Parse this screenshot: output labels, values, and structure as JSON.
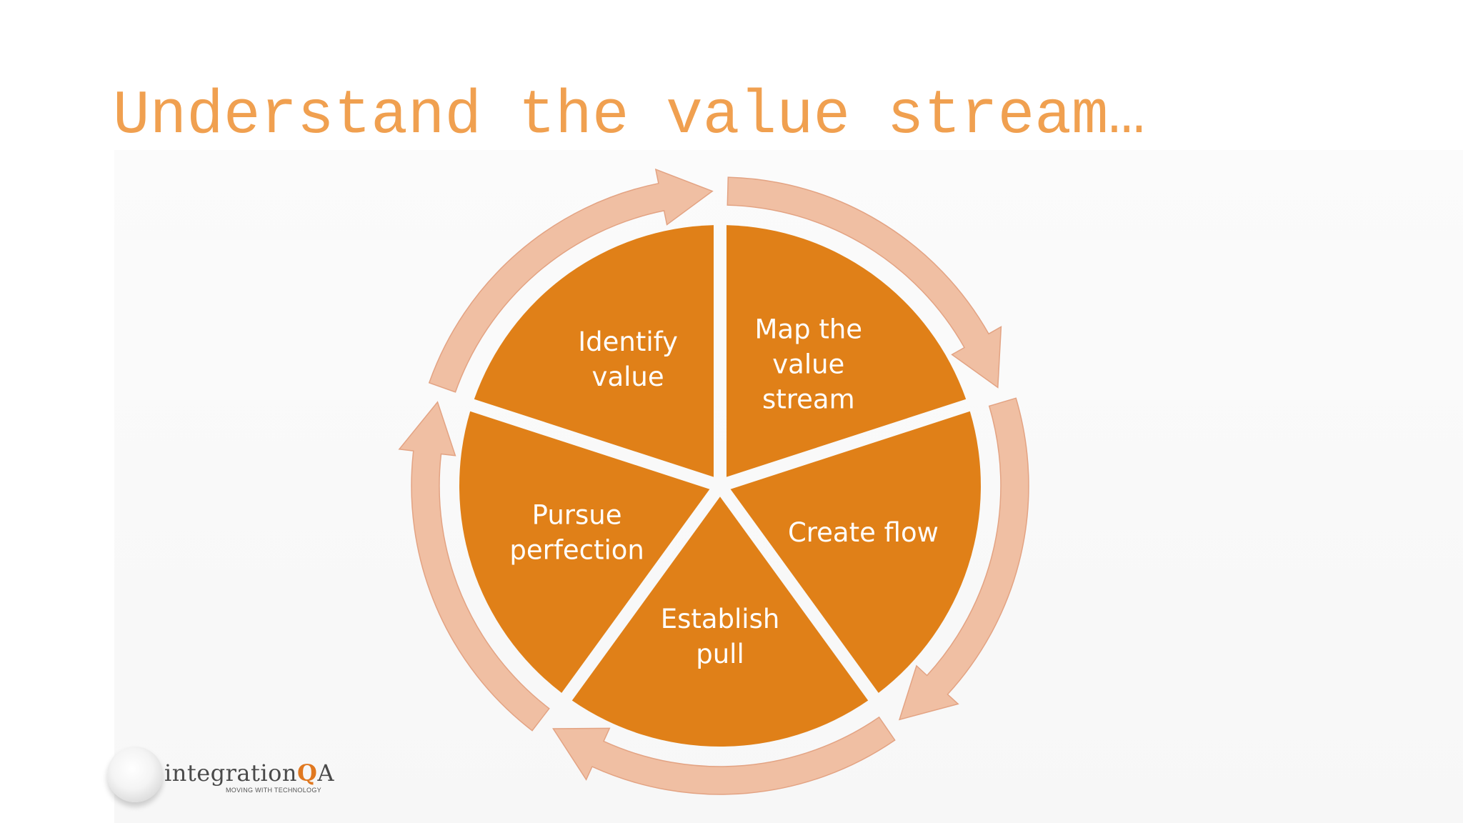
{
  "title": "Understand the value stream…",
  "colors": {
    "title": "#f0a050",
    "segment_fill": "#e08018",
    "arrow_fill": "#f0bfa3",
    "arrow_stroke": "#e3a383",
    "logo_accent": "#e07820"
  },
  "cycle": {
    "segments": [
      {
        "id": "identify-value",
        "lines": [
          "Identify",
          "value"
        ]
      },
      {
        "id": "map-value-stream",
        "lines": [
          "Map the",
          "value",
          "stream"
        ]
      },
      {
        "id": "create-flow",
        "lines": [
          "Create flow"
        ]
      },
      {
        "id": "establish-pull",
        "lines": [
          "Establish",
          "pull"
        ]
      },
      {
        "id": "pursue-perfection",
        "lines": [
          "Pursue",
          "perfection"
        ]
      }
    ]
  },
  "logo": {
    "name_part1": "integration",
    "name_q": "Q",
    "name_a": "A",
    "tagline": "MOVING WITH TECHNOLOGY"
  }
}
